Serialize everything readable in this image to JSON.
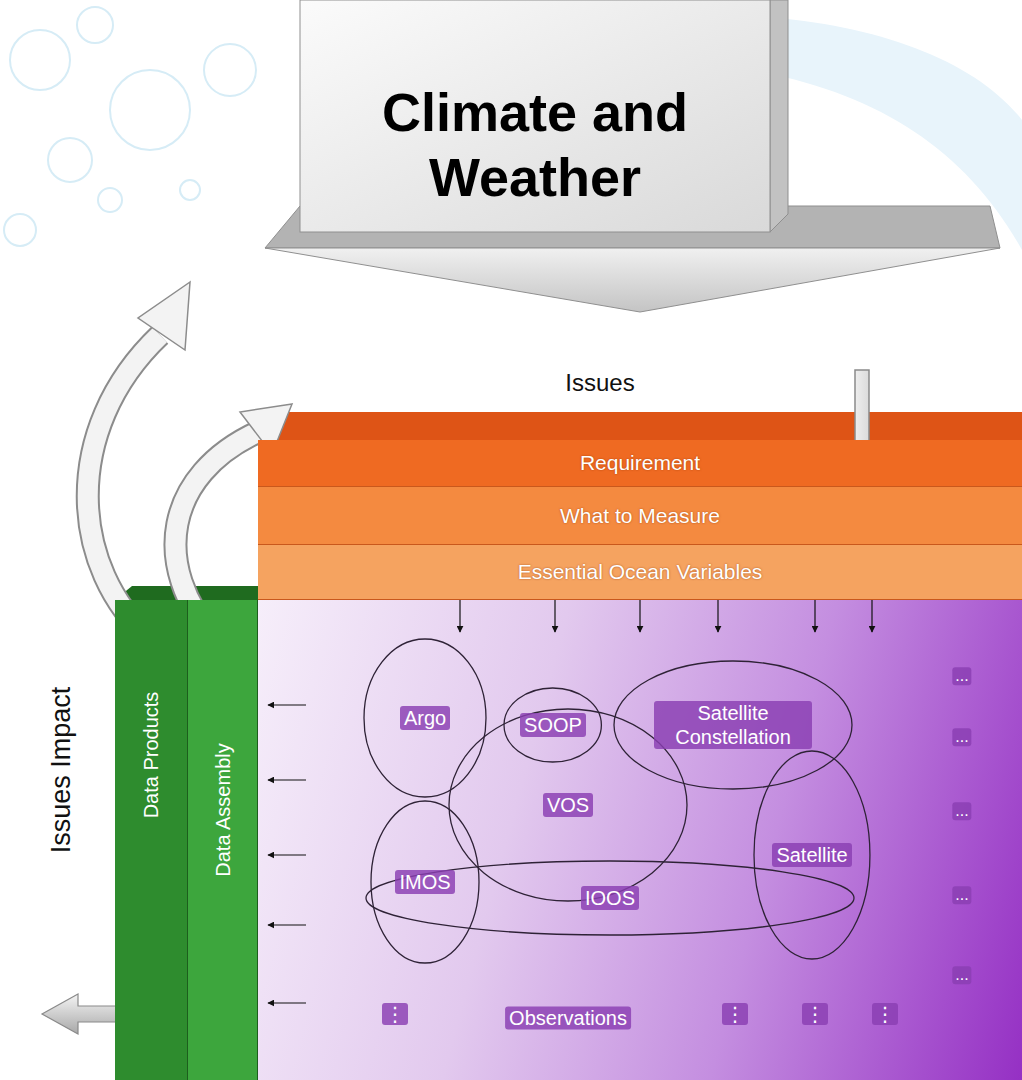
{
  "diagram": {
    "nodes": [
      {
        "text": [
          "Climate and Weather"
        ]
      },
      {
        "text": [
          "Requirement"
        ]
      },
      {
        "text": [
          "What to Measure"
        ]
      },
      {
        "text": [
          "Essential Ocean Variables"
        ]
      },
      {
        "text": [
          "Data Products"
        ]
      },
      {
        "text": [
          "Data Assembly"
        ]
      },
      {
        "text": [
          "Observations"
        ]
      },
      {
        "text": [
          "Argo"
        ],
        "in": 6
      },
      {
        "text": [
          "SOOP"
        ],
        "in": 6
      },
      {
        "text": [
          "Satellite Constellation"
        ],
        "in": 6
      },
      {
        "text": [
          "VOS"
        ],
        "in": 6
      },
      {
        "text": [
          "Satellite"
        ],
        "in": 6
      },
      {
        "text": [
          "IMOS"
        ],
        "in": 6
      },
      {
        "text": [
          "IOOS"
        ],
        "in": 6
      }
    ],
    "edges": [
      {
        "from": 3,
        "to": 6,
        "arrow": "to"
      },
      {
        "from": 3,
        "to": 6,
        "arrow": "to"
      },
      {
        "from": 3,
        "to": 6,
        "arrow": "to"
      },
      {
        "from": 3,
        "to": 6,
        "arrow": "to"
      },
      {
        "from": 3,
        "to": 6,
        "arrow": "to"
      },
      {
        "from": 3,
        "to": 6,
        "arrow": "to"
      },
      {
        "from": 6,
        "to": 5,
        "arrow": "to"
      },
      {
        "from": 6,
        "to": 5,
        "arrow": "to"
      },
      {
        "from": 6,
        "to": 5,
        "arrow": "to"
      },
      {
        "from": 6,
        "to": 5,
        "arrow": "to"
      },
      {
        "from": 6,
        "to": 5,
        "arrow": "to"
      }
    ],
    "labels": [
      "Issues",
      "Issues Impact",
      "...",
      "...",
      "...",
      "...",
      "...",
      "⋮",
      "⋮",
      "⋮",
      "⋮"
    ]
  }
}
